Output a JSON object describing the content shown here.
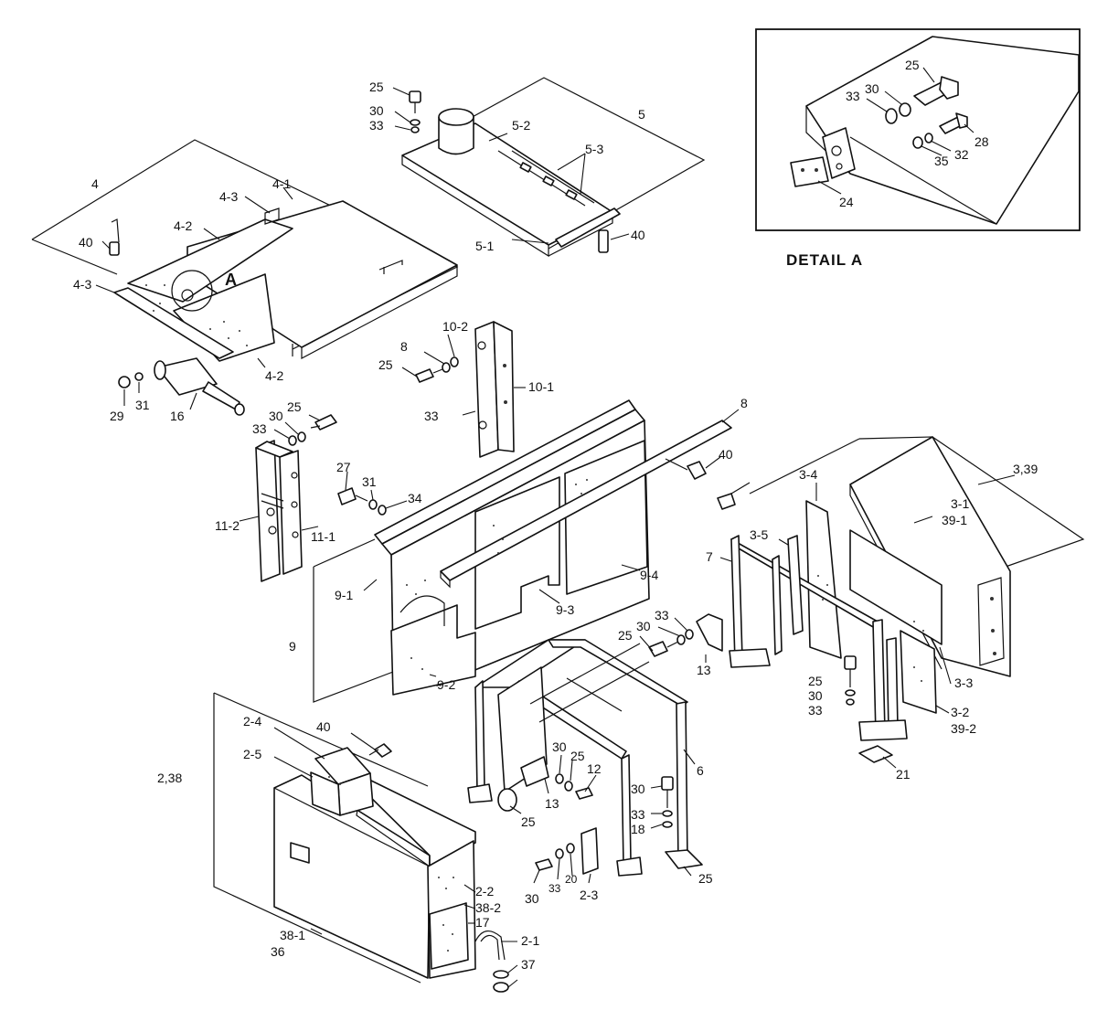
{
  "labels": [
    {
      "id": "l-4",
      "text": "4"
    },
    {
      "id": "l-4-1",
      "text": "4-1"
    },
    {
      "id": "l-4-3a",
      "text": "4-3"
    },
    {
      "id": "l-4-2a",
      "text": "4-2"
    },
    {
      "id": "l-40a",
      "text": "40"
    },
    {
      "id": "l-A",
      "text": "A"
    },
    {
      "id": "l-4-3b",
      "text": "4-3"
    },
    {
      "id": "l-4-2b",
      "text": "4-2"
    },
    {
      "id": "l-25a",
      "text": "25"
    },
    {
      "id": "l-30a",
      "text": "30"
    },
    {
      "id": "l-33a",
      "text": "33"
    },
    {
      "id": "l-5",
      "text": "5"
    },
    {
      "id": "l-5-2",
      "text": "5-2"
    },
    {
      "id": "l-5-3",
      "text": "5-3"
    },
    {
      "id": "l-5-1",
      "text": "5-1"
    },
    {
      "id": "l-40b",
      "text": "40"
    },
    {
      "id": "l-29",
      "text": "29"
    },
    {
      "id": "l-31a",
      "text": "31"
    },
    {
      "id": "l-16",
      "text": "16"
    },
    {
      "id": "l-33b",
      "text": "33"
    },
    {
      "id": "l-30b",
      "text": "30"
    },
    {
      "id": "l-25b",
      "text": "25"
    },
    {
      "id": "l-10-2",
      "text": "10-2"
    },
    {
      "id": "l-10-1",
      "text": "10-1"
    },
    {
      "id": "l-33c",
      "text": "33"
    },
    {
      "id": "l-30c",
      "text": "30"
    },
    {
      "id": "l-25c",
      "text": "25"
    },
    {
      "id": "l-8",
      "text": "8"
    },
    {
      "id": "l-40c",
      "text": "40"
    },
    {
      "id": "l-27",
      "text": "27"
    },
    {
      "id": "l-31b",
      "text": "31"
    },
    {
      "id": "l-34",
      "text": "34"
    },
    {
      "id": "l-11-2",
      "text": "11-2"
    },
    {
      "id": "l-11-1",
      "text": "11-1"
    },
    {
      "id": "l-9-1",
      "text": "9-1"
    },
    {
      "id": "l-9",
      "text": "9"
    },
    {
      "id": "l-9-2",
      "text": "9-2"
    },
    {
      "id": "l-9-3",
      "text": "9-3"
    },
    {
      "id": "l-9-4",
      "text": "9-4"
    },
    {
      "id": "l-3-39",
      "text": "3,39"
    },
    {
      "id": "l-3-1",
      "text": "3-1"
    },
    {
      "id": "l-39-1",
      "text": "39-1"
    },
    {
      "id": "l-3-4",
      "text": "3-4"
    },
    {
      "id": "l-3-5",
      "text": "3-5"
    },
    {
      "id": "l-7",
      "text": "7"
    },
    {
      "id": "l-33d",
      "text": "33"
    },
    {
      "id": "l-30d",
      "text": "30"
    },
    {
      "id": "l-25d",
      "text": "25"
    },
    {
      "id": "l-13a",
      "text": "13"
    },
    {
      "id": "l-3-3",
      "text": "3-3"
    },
    {
      "id": "l-25e",
      "text": "25"
    },
    {
      "id": "l-30e",
      "text": "30"
    },
    {
      "id": "l-33e",
      "text": "33"
    },
    {
      "id": "l-3-2",
      "text": "3-2"
    },
    {
      "id": "l-39-2",
      "text": "39-2"
    },
    {
      "id": "l-21",
      "text": "21"
    },
    {
      "id": "l-6",
      "text": "6"
    },
    {
      "id": "l-40d",
      "text": "40"
    },
    {
      "id": "l-2-4",
      "text": "2-4"
    },
    {
      "id": "l-2-5",
      "text": "2-5"
    },
    {
      "id": "l-2-38",
      "text": "2,38"
    },
    {
      "id": "l-33f",
      "text": "33"
    },
    {
      "id": "l-30f",
      "text": "30"
    },
    {
      "id": "l-25f",
      "text": "25"
    },
    {
      "id": "l-12",
      "text": "12"
    },
    {
      "id": "l-13b",
      "text": "13"
    },
    {
      "id": "l-25g",
      "text": "25"
    },
    {
      "id": "l-30g",
      "text": "30"
    },
    {
      "id": "l-33g",
      "text": "33"
    },
    {
      "id": "l-18",
      "text": "18"
    },
    {
      "id": "l-25h",
      "text": "25"
    },
    {
      "id": "l-30h",
      "text": "30"
    },
    {
      "id": "l-33h",
      "text": "33"
    },
    {
      "id": "l-20",
      "text": "20"
    },
    {
      "id": "l-2-3",
      "text": "2-3"
    },
    {
      "id": "l-2-2",
      "text": "2-2"
    },
    {
      "id": "l-38-2",
      "text": "38-2"
    },
    {
      "id": "l-17",
      "text": "17"
    },
    {
      "id": "l-2-1",
      "text": "2-1"
    },
    {
      "id": "l-38-1",
      "text": "38-1"
    },
    {
      "id": "l-36",
      "text": "36"
    },
    {
      "id": "l-37",
      "text": "37"
    }
  ],
  "detail": {
    "title": "DETAIL    A",
    "labels": [
      {
        "id": "d-25",
        "text": "25"
      },
      {
        "id": "d-33",
        "text": "33"
      },
      {
        "id": "d-30",
        "text": "30"
      },
      {
        "id": "d-28",
        "text": "28"
      },
      {
        "id": "d-35",
        "text": "35"
      },
      {
        "id": "d-32",
        "text": "32"
      },
      {
        "id": "d-24",
        "text": "24"
      }
    ]
  }
}
